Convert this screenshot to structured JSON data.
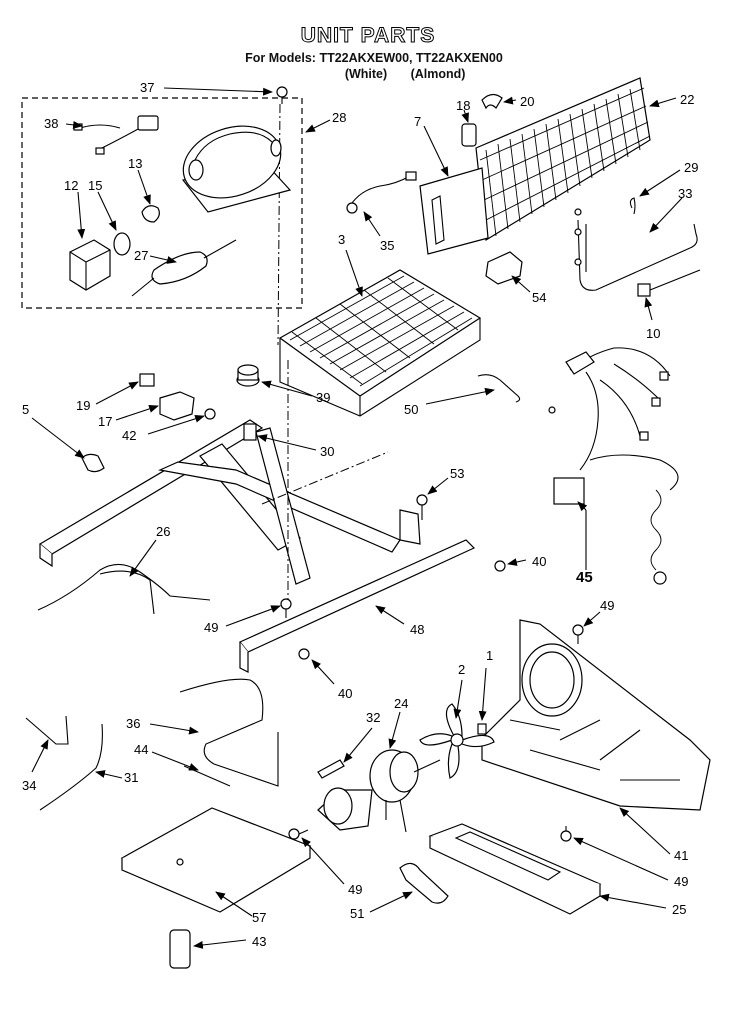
{
  "header": {
    "title": "UNIT PARTS",
    "models_line": "For Models: TT22AKXEW00, TT22AKXEN00",
    "variant_white": "(White)",
    "variant_almond": "(Almond)"
  },
  "callouts": [
    {
      "id": "c1",
      "label": "1"
    },
    {
      "id": "c2",
      "label": "2"
    },
    {
      "id": "c3",
      "label": "3"
    },
    {
      "id": "c5",
      "label": "5"
    },
    {
      "id": "c7",
      "label": "7"
    },
    {
      "id": "c10",
      "label": "10"
    },
    {
      "id": "c12",
      "label": "12"
    },
    {
      "id": "c13",
      "label": "13"
    },
    {
      "id": "c15",
      "label": "15"
    },
    {
      "id": "c17",
      "label": "17"
    },
    {
      "id": "c18",
      "label": "18"
    },
    {
      "id": "c19",
      "label": "19"
    },
    {
      "id": "c20",
      "label": "20"
    },
    {
      "id": "c22",
      "label": "22"
    },
    {
      "id": "c24",
      "label": "24"
    },
    {
      "id": "c25",
      "label": "25"
    },
    {
      "id": "c26",
      "label": "26"
    },
    {
      "id": "c27",
      "label": "27"
    },
    {
      "id": "c28",
      "label": "28"
    },
    {
      "id": "c29",
      "label": "29"
    },
    {
      "id": "c30",
      "label": "30"
    },
    {
      "id": "c31",
      "label": "31"
    },
    {
      "id": "c32",
      "label": "32"
    },
    {
      "id": "c33",
      "label": "33"
    },
    {
      "id": "c34",
      "label": "34"
    },
    {
      "id": "c35",
      "label": "35"
    },
    {
      "id": "c36",
      "label": "36"
    },
    {
      "id": "c37",
      "label": "37"
    },
    {
      "id": "c38",
      "label": "38"
    },
    {
      "id": "c39",
      "label": "39"
    },
    {
      "id": "c40a",
      "label": "40"
    },
    {
      "id": "c40b",
      "label": "40"
    },
    {
      "id": "c41",
      "label": "41"
    },
    {
      "id": "c42",
      "label": "42"
    },
    {
      "id": "c43",
      "label": "43"
    },
    {
      "id": "c44",
      "label": "44"
    },
    {
      "id": "c45",
      "label": "45"
    },
    {
      "id": "c48",
      "label": "48"
    },
    {
      "id": "c49a",
      "label": "49"
    },
    {
      "id": "c49b",
      "label": "49"
    },
    {
      "id": "c49c",
      "label": "49"
    },
    {
      "id": "c49d",
      "label": "49"
    },
    {
      "id": "c50",
      "label": "50"
    },
    {
      "id": "c51",
      "label": "51"
    },
    {
      "id": "c53",
      "label": "53"
    },
    {
      "id": "c54",
      "label": "54"
    },
    {
      "id": "c57",
      "label": "57"
    }
  ]
}
